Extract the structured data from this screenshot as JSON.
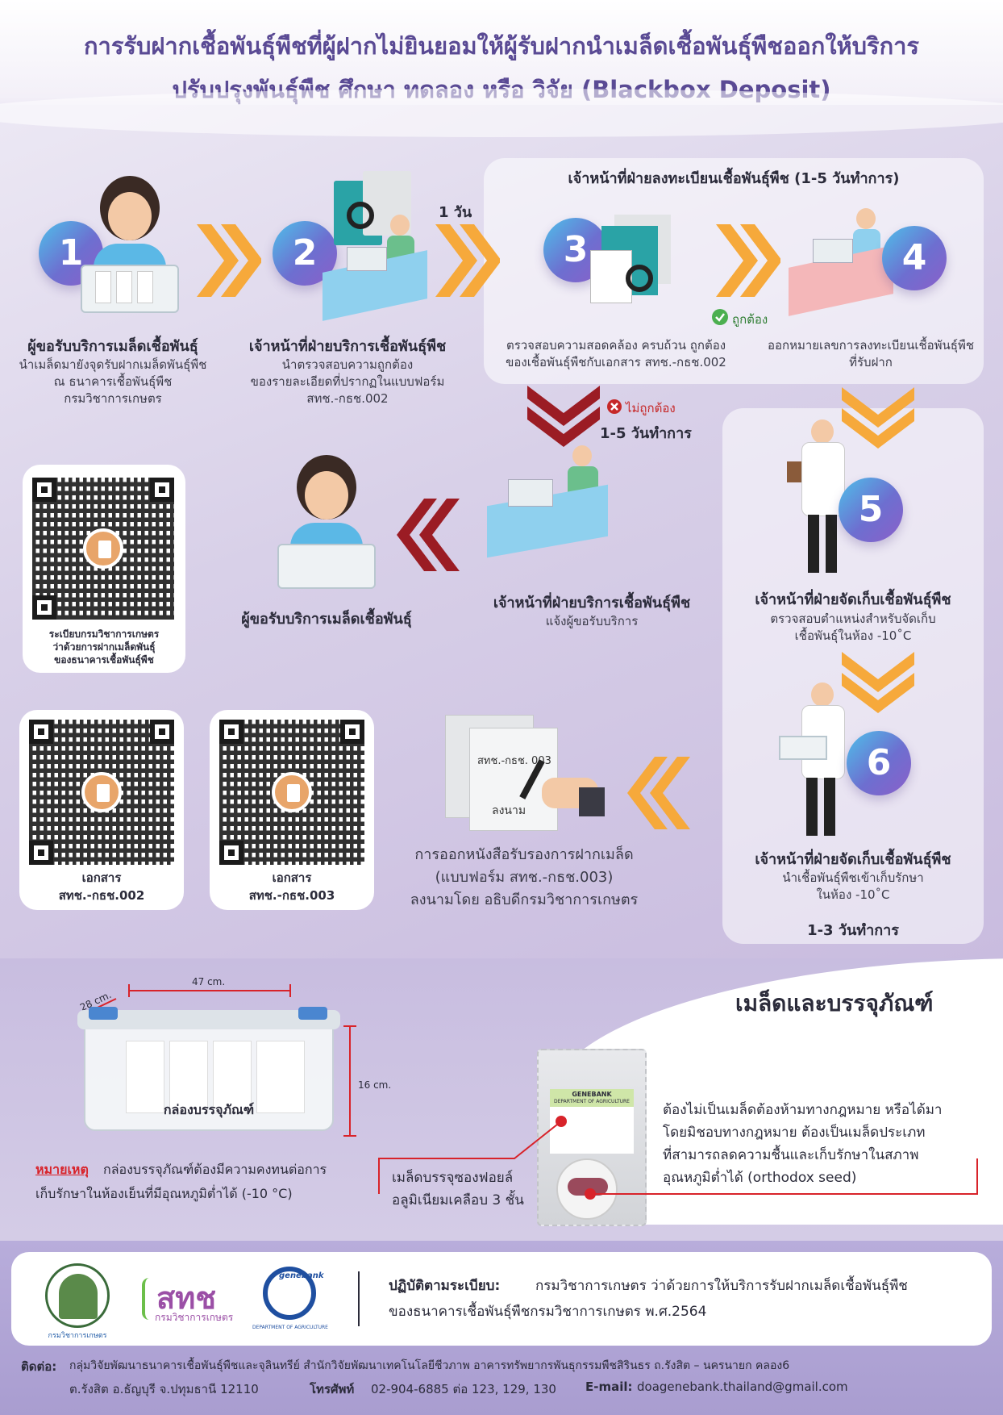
{
  "header": {
    "title_line1": "การรับฝากเชื้อพันธุ์พืชที่ผู้ฝากไม่ยินยอมให้ผู้รับฝากนำเมล็ดเชื้อพันธุ์พืชออกให้บริการ",
    "title_line2": "ปรับปรุงพันธุ์พืช ศึกษา ทดลอง หรือ วิจัย (Blackbox Deposit)"
  },
  "registration_section": {
    "title": "เจ้าหน้าที่ฝ่ายลงทะเบียนเชื้อพันธุ์พืช (1-5 วันทำการ)"
  },
  "steps": [
    {
      "number": "1",
      "title": "ผู้ขอรับบริการเมล็ดเชื้อพันธุ์",
      "desc1": "นำเมล็ดมายังจุดรับฝากเมล็ดพันธุ์พืช",
      "desc2": "ณ ธนาคารเชื้อพันธุ์พืช",
      "desc3": "กรมวิชาการเกษตร"
    },
    {
      "number": "2",
      "title": "เจ้าหน้าที่ฝ่ายบริการเชื้อพันธุ์พืช",
      "desc1": "นำตรวจสอบความถูกต้อง",
      "desc2": "ของรายละเอียดที่ปรากฏในแบบฟอร์ม",
      "desc3": "สทช.-กธช.002"
    },
    {
      "number": "3",
      "desc1": "ตรวจสอบความสอดคล้อง ครบถ้วน ถูกต้อง",
      "desc2": "ของเชื้อพันธุ์พืชกับเอกสาร สทช.-กธช.002"
    },
    {
      "number": "4",
      "desc1": "ออกหมายเลขการลงทะเบียนเชื้อพันธุ์พืช",
      "desc2": "ที่รับฝาก"
    },
    {
      "number": "5",
      "title": "เจ้าหน้าที่ฝ่ายจัดเก็บเชื้อพันธุ์พืช",
      "desc1": "ตรวจสอบตำแหน่งสำหรับจัดเก็บ",
      "desc2": "เชื้อพันธุ์ในห้อง -10˚C"
    },
    {
      "number": "6",
      "title": "เจ้าหน้าที่ฝ่ายจัดเก็บเชื้อพันธุ์พืช",
      "desc1": "นำเชื้อพันธุ์พืชเข้าเก็บรักษา",
      "desc2": "ในห้อง -10˚C"
    }
  ],
  "labels": {
    "one_day": "1 วัน",
    "correct": "ถูกต้อง",
    "incorrect": "ไม่ถูกต้อง",
    "one_five_days": "1-5 วันทำการ",
    "one_three_days": "1-3 วันทำการ",
    "notify_title": "เจ้าหน้าที่ฝ่ายบริการเชื้อพันธุ์พืช",
    "notify_desc": "แจ้งผู้ขอรับบริการ",
    "requester_return": "ผู้ขอรับบริการเมล็ดเชื้อพันธุ์",
    "cert_line1": "การออกหนังสือรับรองการฝากเมล็ด",
    "cert_line2": "(แบบฟอร์ม สทช.-กธช.003)",
    "cert_line3": "ลงนามโดย อธิบดีกรมวิชาการเกษตร",
    "form_code": "สทช.-กธช. 003",
    "sign": "ลงนาม"
  },
  "qr_cards": [
    {
      "line1": "ระเบียบกรมวิชาการเกษตร",
      "line2": "ว่าด้วยการฝากเมล็ดพันธุ์",
      "line3": "ของธนาคารเชื้อพันธุ์พืช"
    },
    {
      "line1": "เอกสาร",
      "line2": "สทช.-กธช.002"
    },
    {
      "line1": "เอกสาร",
      "line2": "สทช.-กธช.003"
    }
  ],
  "packaging": {
    "title": "เมล็ดและบรรจุภัณฑ์",
    "dim_depth": "28 cm.",
    "dim_width": "47 cm.",
    "dim_height": "16 cm.",
    "box_label": "กล่องบรรจุภัณฑ์",
    "note_label": "หมายเหตุ",
    "note_text1": "กล่องบรรจุภัณฑ์ต้องมีความคงทนต่อการ",
    "note_text2": "เก็บรักษาในห้องเย็นที่มีอุณหภูมิต่ำได้ (-10 °C)",
    "foil_line1": "เมล็ดบรรจุซองฟอยล์",
    "foil_line2": "อลูมิเนียมเคลือบ 3 ชั้น",
    "seed_line1": "ต้องไม่เป็นเมล็ดต้องห้ามทางกฎหมาย หรือได้มา",
    "seed_line2": "โดยมิชอบทางกฎหมาย ต้องเป็นเมล็ดประเภท",
    "seed_line3": "ที่สามารถลดความชื้นและเก็บรักษาในสภาพ",
    "seed_line4": "อุณหภูมิต่ำได้ (orthodox seed)",
    "packet_header": "GENEBANK",
    "packet_sub": "DEPARTMENT OF AGRICULTURE"
  },
  "footer": {
    "logo1_caption": "กรมวิชาการเกษตร",
    "logo2_text": "สทช",
    "logo2_caption": "กรมวิชาการเกษตร",
    "logo3_text": "genebank",
    "logo3_caption": "DEPARTMENT OF AGRICULTURE",
    "reg_label": "ปฏิบัติตามระเบียบ:",
    "reg_text1": "กรมวิชาการเกษตร ว่าด้วยการให้บริการรับฝากเมล็ดเชื้อพันธุ์พืช",
    "reg_text2": "ของธนาคารเชื้อพันธุ์พืชกรมวิชาการเกษตร พ.ศ.2564",
    "contact_label": "ติดต่อ:",
    "contact_text1": "กลุ่มวิจัยพัฒนาธนาคารเชื้อพันธุ์พืชและจุลินทรีย์ สำนักวิจัยพัฒนาเทคโนโลยีชีวภาพ อาคารทรัพยากรพันธุกรรมพืชสิรินธร ถ.รังสิต – นครนายก คลอง6",
    "contact_text2a": "ต.รังสิต อ.ธัญบุรี จ.ปทุมธานี 12110",
    "phone_label": "โทรศัพท์",
    "phone_text": "02-904-6885 ต่อ 123, 129, 130",
    "email_label": "E-mail:",
    "email_text": "doagenebank.thailand@gmail.com"
  },
  "colors": {
    "title_purple": "#5a4a94",
    "arrow_orange": "#f6a93b",
    "arrow_red": "#9b1c24",
    "note_red": "#d8232a",
    "check_green": "#4caf50"
  }
}
